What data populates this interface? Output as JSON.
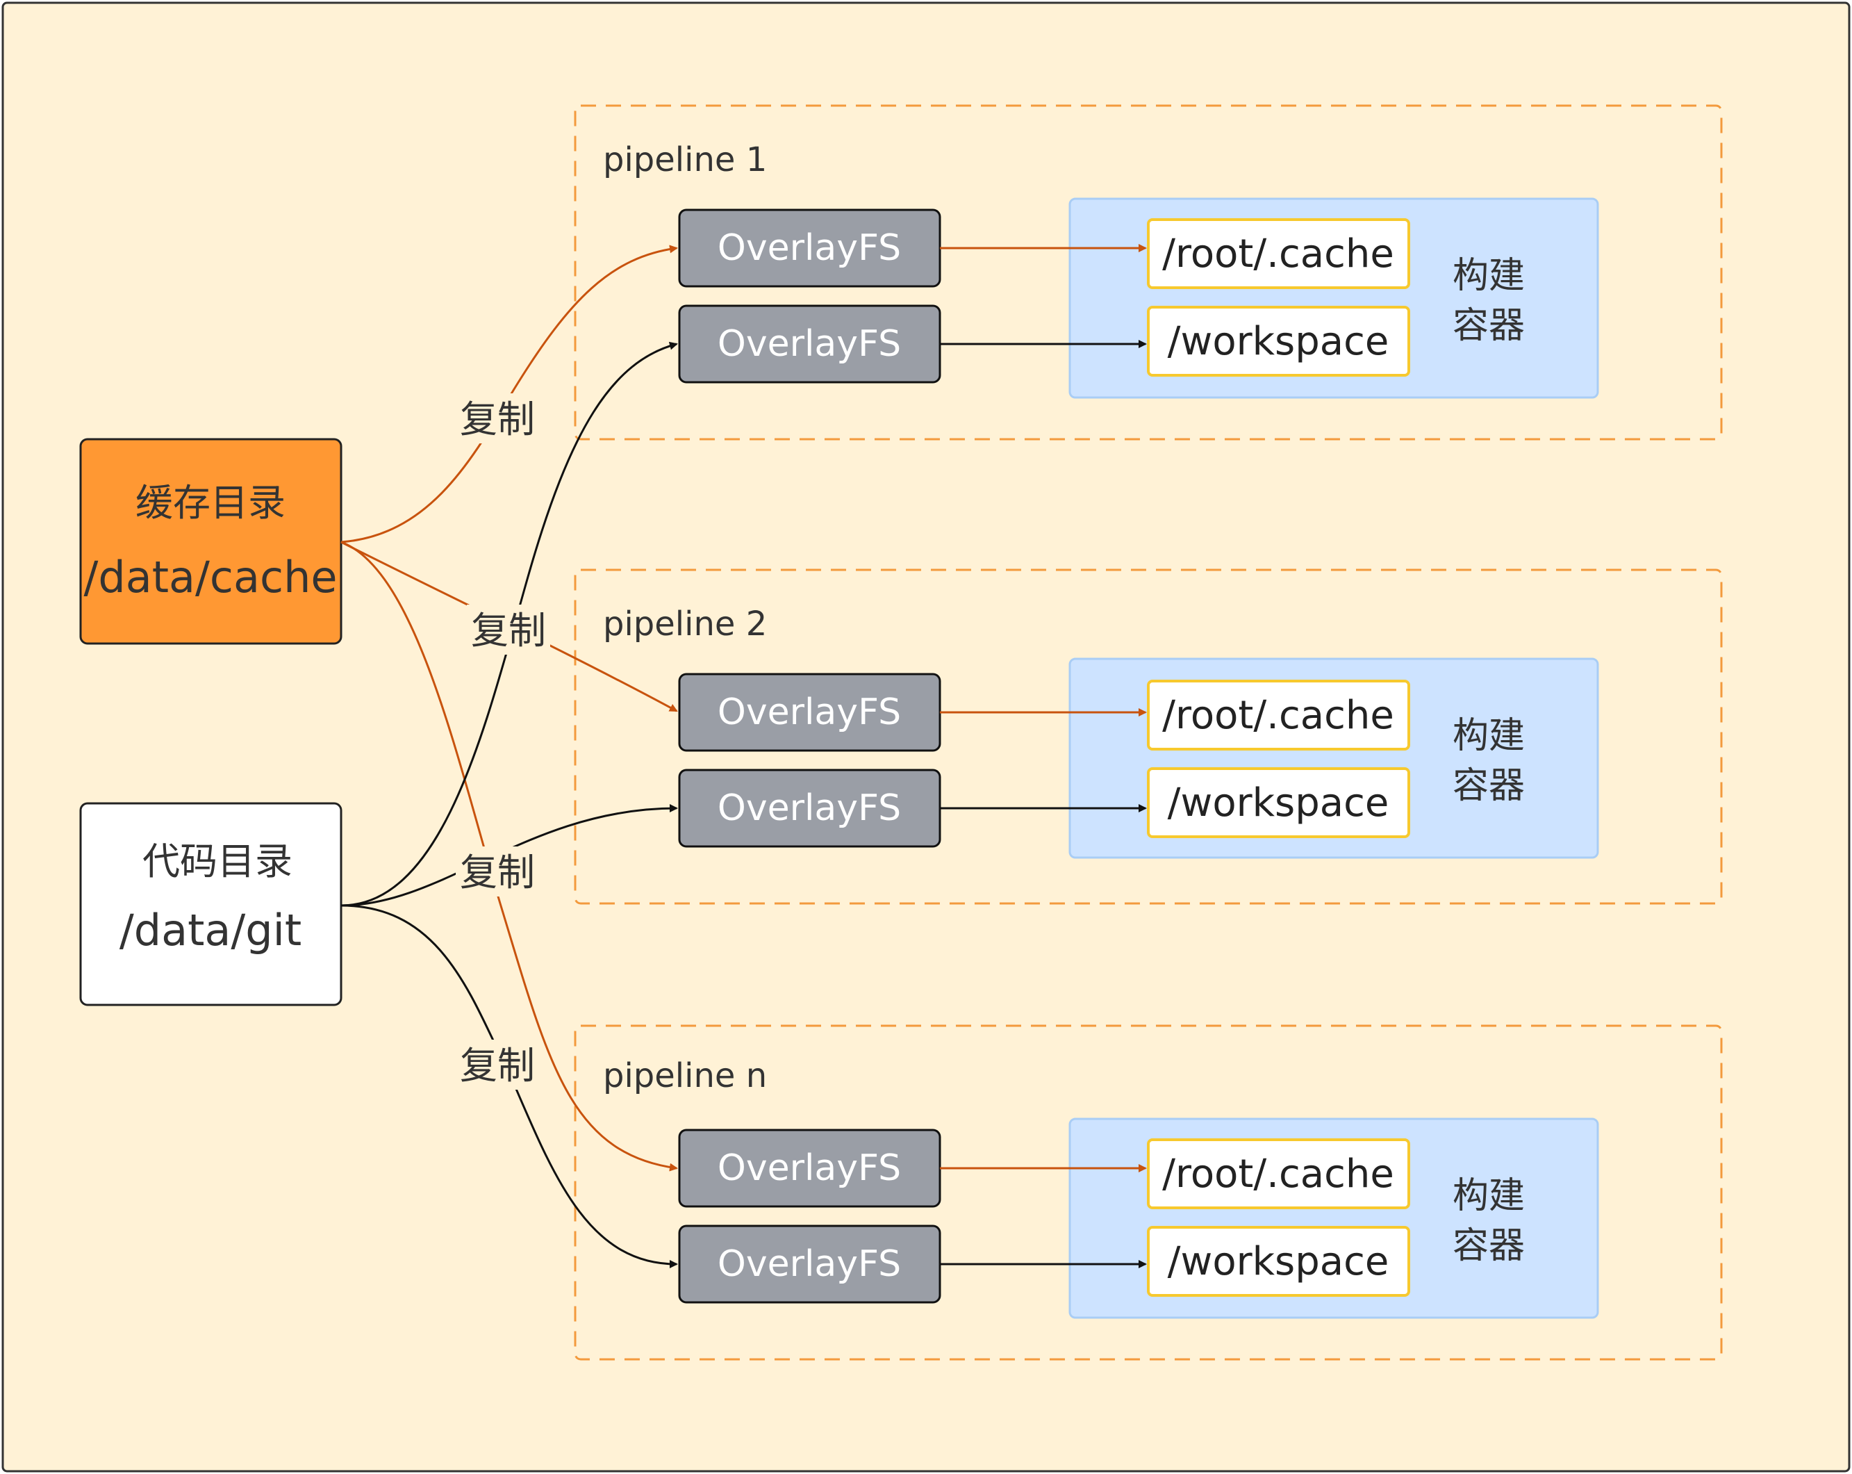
{
  "sources": {
    "cache": {
      "title": "缓存目录",
      "path": "/data/cache"
    },
    "code": {
      "title": "代码目录",
      "path": "/data/git"
    }
  },
  "copy_labels": [
    "复制",
    "复制",
    "复制",
    "复制"
  ],
  "pipelines": [
    {
      "name": "pipeline 1",
      "overlays": [
        "OverlayFS",
        "OverlayFS"
      ],
      "container": {
        "label_line1": "构建",
        "label_line2": "容器",
        "mounts": [
          "/root/.cache",
          "/workspace"
        ]
      }
    },
    {
      "name": "pipeline 2",
      "overlays": [
        "OverlayFS",
        "OverlayFS"
      ],
      "container": {
        "label_line1": "构建",
        "label_line2": "容器",
        "mounts": [
          "/root/.cache",
          "/workspace"
        ]
      }
    },
    {
      "name": "pipeline n",
      "overlays": [
        "OverlayFS",
        "OverlayFS"
      ],
      "container": {
        "label_line1": "构建",
        "label_line2": "容器",
        "mounts": [
          "/root/.cache",
          "/workspace"
        ]
      }
    }
  ],
  "colors": {
    "background": "#fff2d6",
    "frame": "#333333",
    "cache_fill": "#ff9833",
    "cache_arrow": "#c8530e",
    "code_arrow": "#111111",
    "overlay_fill": "#9a9ea6",
    "pipeline_border": "#f39a3d",
    "container_fill": "#cde3ff",
    "container_border": "#a9cdf5",
    "mount_fill": "#ffffff",
    "mount_border": "#f7c92e",
    "text": "#333333"
  }
}
